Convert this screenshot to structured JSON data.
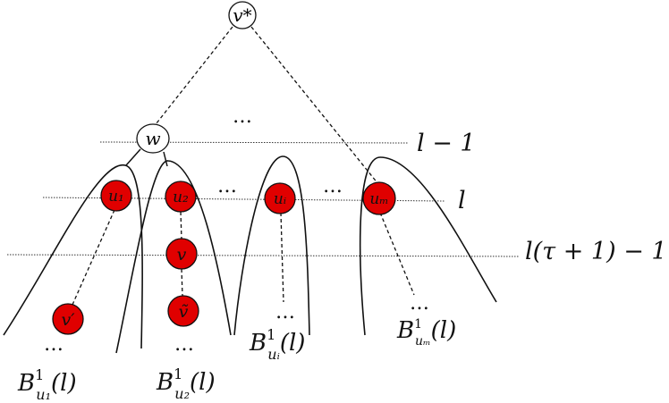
{
  "nodes": {
    "v_star": "v*",
    "w": "w",
    "u1": "u₁",
    "u2": "u₂",
    "ui": "uᵢ",
    "um": "uₘ",
    "v": "v",
    "v_prime": "v′",
    "v_tilde": "ṽ"
  },
  "levels": {
    "l_minus_1": "l − 1",
    "l": "l",
    "l_tau": "l(τ + 1) − 1"
  },
  "dots": "…",
  "branch_labels": {
    "b_u1": {
      "B": "B",
      "sup": "1",
      "sub": "u₁",
      "arg": "(l)"
    },
    "b_u2": {
      "B": "B",
      "sup": "1",
      "sub": "u₂",
      "arg": "(l)"
    },
    "b_ui": {
      "B": "B",
      "sup": "1",
      "sub": "uᵢ",
      "arg": "(l)"
    },
    "b_um": {
      "B": "B",
      "sup": "1",
      "sub": "uₘ",
      "arg": "(l)"
    }
  },
  "colors": {
    "red_node": "#e00000",
    "white_node": "#ffffff",
    "stroke": "#111111"
  }
}
